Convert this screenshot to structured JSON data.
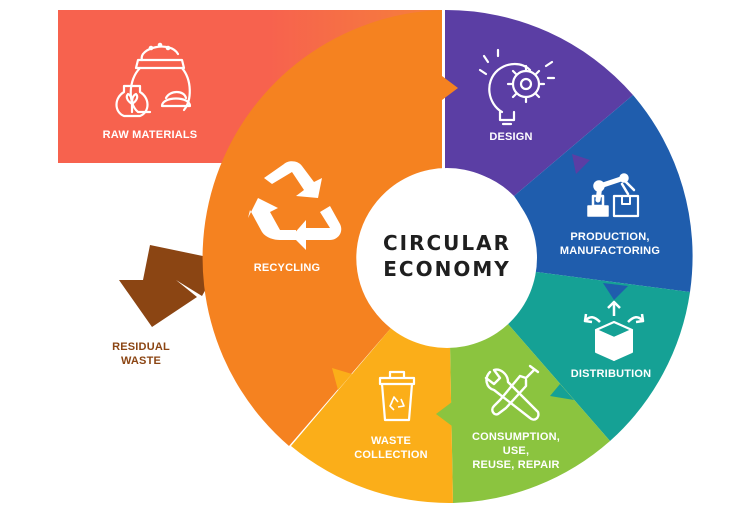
{
  "center": {
    "line1": "CIRCULAR",
    "line2": "ECONOMY"
  },
  "segments": {
    "raw_materials": {
      "label": "RAW MATERIALS",
      "color": "#f7624e",
      "icon": "grain-sack-plant-icon"
    },
    "design": {
      "label": "DESIGN",
      "color": "#5b3ea4",
      "icon": "lightbulb-gear-icon"
    },
    "production": {
      "line1": "PRODUCTION,",
      "line2": "MANUFACTORING",
      "color": "#1f5dad",
      "icon": "robot-arm-icon"
    },
    "distribution": {
      "label": "DISTRIBUTION",
      "color": "#15a195",
      "icon": "box-arrows-icon"
    },
    "consumption": {
      "line1": "CONSUMPTION,",
      "line2": "USE,",
      "line3": "REUSE, REPAIR",
      "color": "#8bc43f",
      "icon": "wrench-screwdriver-icon"
    },
    "waste_collection": {
      "line1": "WASTE",
      "line2": "COLLECTION",
      "color": "#fbae19",
      "icon": "recycle-bin-icon"
    },
    "recycling": {
      "label": "RECYCLING",
      "color": "#f58220",
      "icon": "recycle-icon"
    },
    "residual_waste": {
      "line1": "RESIDUAL",
      "line2": "WASTE",
      "color": "#8b4513",
      "icon": "down-left-arrow-icon"
    }
  }
}
